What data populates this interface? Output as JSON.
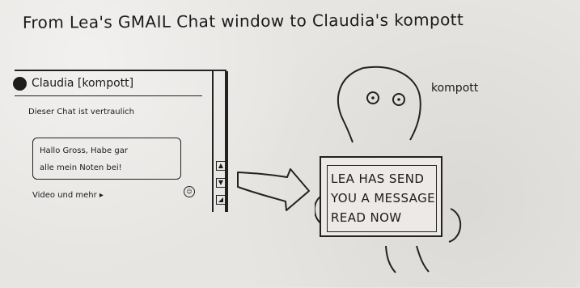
{
  "title": "From Lea's GMAIL Chat window to Claudia's kompott",
  "chat": {
    "header_text": "Claudia [kompott]",
    "status_message": "Dieser Chat ist vertraulich",
    "message_line_1": "Hallo Gross, Habe gar",
    "message_line_2": "alle mein Noten bei!",
    "footer_link": "Video und mehr ▸"
  },
  "kompott": {
    "label": "kompott",
    "notice_line_1": "LEA HAS SEND",
    "notice_line_2": "YOU A MESSAGE",
    "notice_line_3": "READ NOW"
  }
}
